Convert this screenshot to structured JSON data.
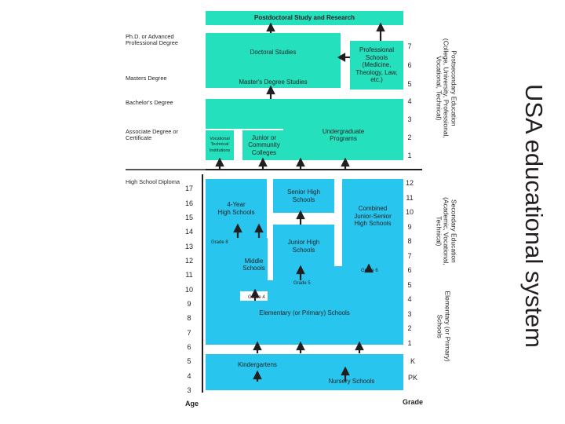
{
  "title": "USA educational system",
  "left_degree_labels": [
    {
      "key": "phd",
      "text": "Ph.D. or Advanced\nProfessional Degree"
    },
    {
      "key": "masters",
      "text": "Masters Degree"
    },
    {
      "key": "bachelors",
      "text": "Bachelor's Degree"
    },
    {
      "key": "associate",
      "text": "Associate Degree or\nCertificate"
    },
    {
      "key": "hs_diploma",
      "text": "High School Diploma"
    }
  ],
  "age_axis": {
    "label": "Age",
    "values": [
      "17",
      "16",
      "15",
      "14",
      "13",
      "12",
      "11",
      "10",
      "9",
      "8",
      "7",
      "6",
      "5",
      "4",
      "3"
    ]
  },
  "grade_axis": {
    "label": "Grade",
    "postsecondary": [
      "7",
      "6",
      "5",
      "4",
      "3",
      "2",
      "1"
    ],
    "secondary": [
      "12",
      "11",
      "10",
      "9",
      "8",
      "7",
      "6",
      "5",
      "4",
      "3",
      "2",
      "1",
      "K",
      "PK"
    ]
  },
  "boxes": {
    "postdoc": "Postdoctoral Study and Research",
    "doctoral": "Doctoral Studies",
    "professional": "Professional\nSchools\n(Medicine,\nTheology, Law,\netc.)",
    "masters": "Master's Degree Studies",
    "undergrad": "Undergraduate\nPrograms",
    "vocational": "Vocational\nTechnical\nInstitutions",
    "junior_college": "Junior or\nCommunity\nColleges",
    "four_year_hs": "4-Year\nHigh Schools",
    "senior_hs": "Senior High\nSchools",
    "combined_hs": "Combined\nJunior-Senior\nHigh Schools",
    "junior_hs": "Junior High\nSchools",
    "middle": "Middle\nSchools",
    "elementary": "Elementary (or Primary) Schools",
    "kindergartens": "Kindergartens",
    "nursery": "Nursery Schools"
  },
  "grade_notes": {
    "grade8": "Grade 8",
    "grade6": "Grade 6",
    "grade5": "Grade 5",
    "grade4": "Grade 4"
  },
  "side_labels": {
    "postsecondary": "Postsecondary Education\n(College, University, Professional,\nVocational, Technical)",
    "secondary": "Secondary Education\n(Academic, Vocational,\nTechnical)",
    "elementary": "Elementary (or Primary)\nSchools"
  },
  "colors": {
    "teal": "#24e0bd",
    "blue": "#28c6ee",
    "line": "#231f20"
  }
}
